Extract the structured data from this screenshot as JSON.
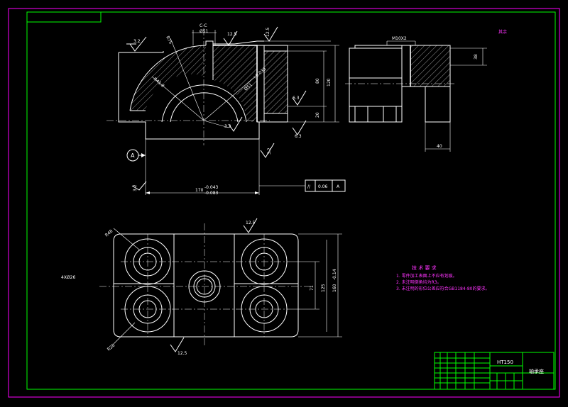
{
  "drawing": {
    "section_label": "C-C",
    "dimensions": {
      "dia_bore": "Ø51",
      "radius_large": "R75",
      "radius_inner": "R41.8",
      "bore_tol_upper": "+0.035",
      "bore_tol_lower": "0",
      "bore_spec": "Ø51",
      "width_170": "170",
      "width_170_tol_upper": "-0.043",
      "width_170_tol_lower": "-0.083",
      "height_120": "120",
      "height_80": "80",
      "height_20": "20",
      "thread": "M10X2",
      "dim_38": "38",
      "dim_40": "40",
      "holes": "4XØ26",
      "corner_r_top": "R48",
      "corner_r_bottom": "R28",
      "dim_71": "71",
      "dim_125": "125",
      "dim_160": "160",
      "dim_160_tol": "-0.14"
    },
    "roughness": {
      "r32_a": "3.2",
      "r125_a": "12.5",
      "r125_b": "12.5",
      "r63_a": "6.3",
      "r63_b": "6.3",
      "r32_b": "3.2",
      "r32_c": "3.2",
      "r32_d": "3.2",
      "r125_plan_top": "12.5",
      "r125_plan_bottom": "12.5",
      "other": "其余"
    },
    "datum": {
      "label": "A",
      "tolerance_value": "0.06",
      "tolerance_ref": "A",
      "parallel_symbol": "//"
    },
    "tech_requirements": {
      "title": "技 术 要 求",
      "items": [
        "1. 零件加工表面上不应有划痕。",
        "2. 未注明倒角均为R3。",
        "3. 未注明的形位公差应符合GB1184-80的要求。"
      ]
    },
    "title_block": {
      "material": "HT150",
      "part_name": "轴承座"
    }
  }
}
